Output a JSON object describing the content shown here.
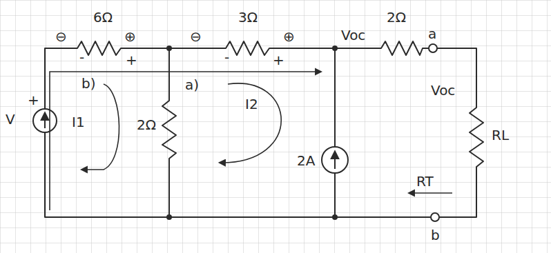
{
  "diagram": {
    "labels": [
      "⊖",
      "6Ω",
      "⊕",
      "-",
      "+",
      "b)",
      "⊖",
      "3Ω",
      "⊕",
      "-",
      "+",
      "Voc",
      "2Ω",
      "a",
      "V",
      "+",
      "I1",
      "2Ω",
      "a)",
      "I2",
      "2A",
      "Voc",
      "RL",
      "RT",
      "b"
    ]
  }
}
